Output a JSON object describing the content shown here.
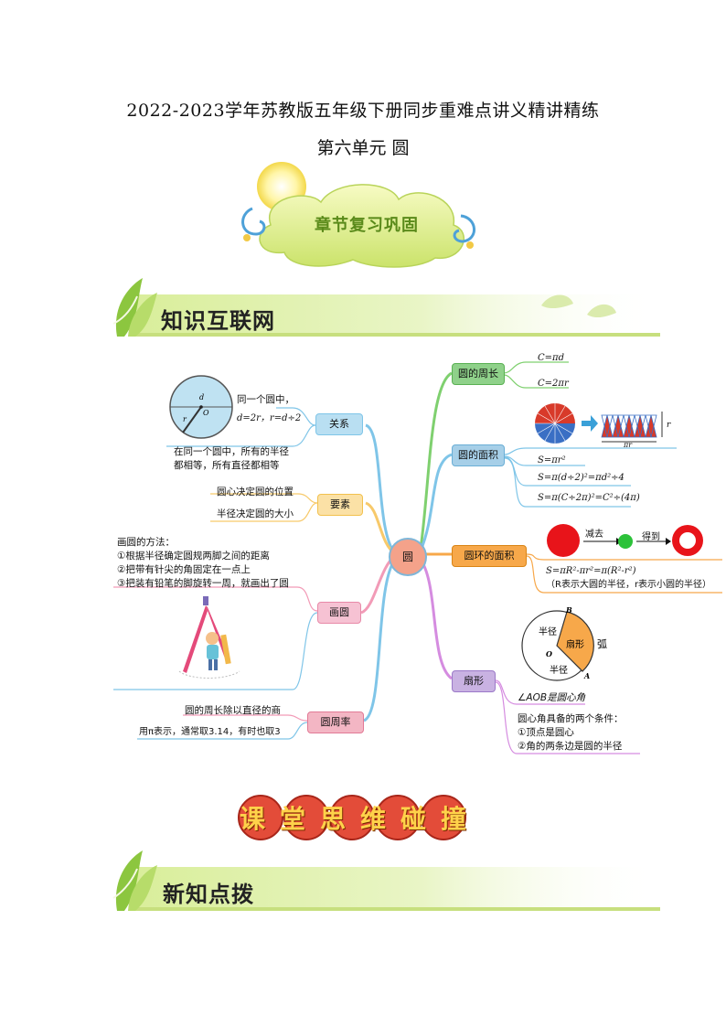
{
  "doc": {
    "title": "2022-2023学年苏教版五年级下册同步重难点讲义精讲精练",
    "subtitle": "第六单元  圆"
  },
  "cloud_label": "章节复习巩固",
  "section1": "知识互联网",
  "section2": "新知点拨",
  "big_banner": "课堂思维碰撞",
  "mindmap": {
    "center": "圆",
    "left": {
      "relation": {
        "label": "关系",
        "note1": "同一个圆中，",
        "note2": "d=2r，r=d÷2",
        "note3": "在同一个圆中，所有的半径",
        "note4": "都相等，所有直径都相等",
        "d": "d",
        "o": "O",
        "r": "r"
      },
      "elements": {
        "label": "要素",
        "note1": "圆心决定圆的位置",
        "note2": "半径决定圆的大小"
      },
      "draw": {
        "label": "画圆",
        "method_title": "画圆的方法：",
        "step1": "①根据半径确定圆规两脚之间的距离",
        "step2": "②把带有针尖的角固定在一点上",
        "step3": "③把装有铅笔的脚旋转一周，就画出了圆"
      },
      "pi": {
        "label": "圆周率",
        "note1": "圆的周长除以直径的商",
        "note2": "用π表示，通常取3.14，有时也取3"
      }
    },
    "right": {
      "circumference": {
        "label": "圆的周长",
        "f1": "C=πd",
        "f2": "C=2πr"
      },
      "area": {
        "label": "圆的面积",
        "r": "r",
        "pir": "πr",
        "f1": "S=πr²",
        "f2": "S=π(d÷2)²=πd²÷4",
        "f3": "S=π(C÷2π)²=C²÷(4π)"
      },
      "ring": {
        "label": "圆环的面积",
        "minus": "减去",
        "get": "得到",
        "f1": "S=πR²-πr²=π(R²-r²)",
        "f2": "（R表示大圆的半径，r表示小圆的半径）"
      },
      "sector": {
        "label": "扇形",
        "b": "B",
        "a": "A",
        "o": "O",
        "radius1": "半径",
        "radius2": "半径",
        "sector_word": "扇形",
        "arc": "弧",
        "angle": "∠AOB是圆心角",
        "cond_title": "圆心角具备的两个条件：",
        "cond1": "①顶点是圆心",
        "cond2": "②角的两条边是圆的半径"
      }
    }
  },
  "colors": {
    "relation": "#b9dff2",
    "elements": "#fbe1a6",
    "draw": "#f6c2d3",
    "pi": "#f3b6c4",
    "circumference": "#8fd18a",
    "area": "#a6cfe8",
    "ring": "#f7a84a",
    "sector": "#c9b2e2",
    "center": "#f4a28a"
  }
}
